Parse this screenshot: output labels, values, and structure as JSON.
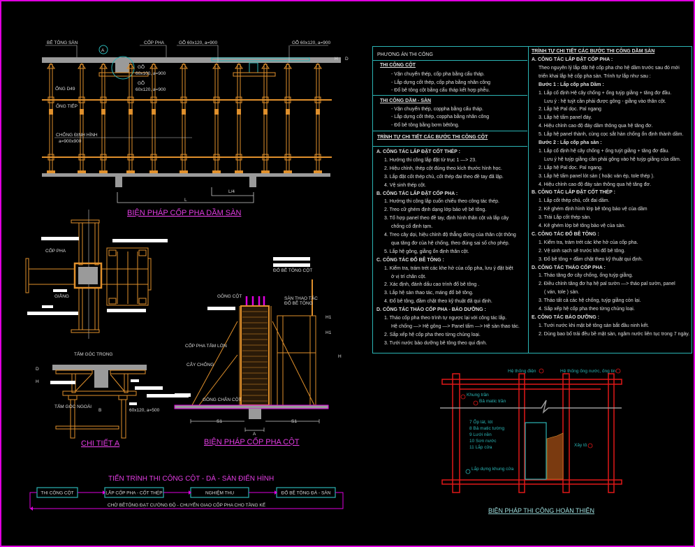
{
  "beam_slab": {
    "title": "BIỆN PHÁP CỐP PHA DẦM SÀN",
    "labels": {
      "slab_concrete": "BÊ TÔNG SÀN",
      "formwork": "CỐP PHA",
      "timber_top_1": "GỖ 60x120, a=900",
      "timber_top_2": "GỖ 60x120, a=900",
      "timber_a": "GỖ",
      "timber_a_size": "60x100, a=900",
      "timber_b": "GỖ",
      "timber_b_size": "60x120, a=900",
      "pipe": "ỐNG D49",
      "pipe_joint": "ỐNG TIẾP",
      "shore": "CHỐNG ĐỊNH HÌNH",
      "shore_spacing": "a=900x900",
      "detail_marker": "A",
      "dim_h": "H",
      "dim_d": "D",
      "dim_l": "L",
      "dim_l4": "L/4"
    }
  },
  "column_plan": {
    "labels": {
      "formwork": "CỐP PHA",
      "brace": "GIẰNG"
    }
  },
  "detail_a": {
    "title": "CHI TIẾT A",
    "labels": {
      "inner_corner": "TẤM GÓC TRONG",
      "outer_corner": "TẤM GÓC NGOÀI",
      "dim_b": "B",
      "timber": "60x120, a=500",
      "dim_h": "H",
      "dim_d": "D"
    }
  },
  "column_formwork": {
    "title": "BIỆN PHÁP CỐP PHA CỘT",
    "labels": {
      "pour_column": "ĐỔ BÊ TÔNG CỘT",
      "column_clamp": "GÔNG CỘT",
      "platform_1": "SÀN THAO TÁC",
      "platform_2": "ĐỔ BÊ TÔNG",
      "large_panel": "CỐP PHA TẤM LỚN",
      "prop": "CÂY CHỐNG",
      "base_clamp": "GÔNG CHÂN CỘT",
      "s1_left": "S1",
      "s1_right": "S1",
      "dim_a": "A",
      "dim_h": "H",
      "dim_h1a": "H1",
      "dim_h1b": "H1"
    }
  },
  "process_flow": {
    "title": "TIẾN TRÌNH  THI CÔNG CỘT - DÀ - SÀN ĐIỂN HÌNH",
    "steps": [
      "THI CÔNG CỘT",
      "LẮP CỐP PHA - CỐT THÉP",
      "NGHIỆM THU",
      "ĐỔ BÊ TÔNG ĐÀ - SÀN"
    ],
    "return_label": "CHỜ BÊTÔNG ĐẠT CƯỜNG ĐỘ - CHUYỂN GIAO CỐP PHA CHO TẦNG KẾ"
  },
  "finishing": {
    "title": "BIỆN PHÁP THI CÔNG HOÀN THIỆN",
    "labels": {
      "electrical": "Hệ thống điện",
      "plumbing": "Hệ thống ống nước, ống tin",
      "ceiling_frame": "Khung trần",
      "ceiling_putty": "Bả matic trần",
      "door_frame": "Lắp dựng khung cửa",
      "masonry": "Xây tô"
    },
    "steps": [
      "7   Ốp lát, lót",
      "8   Bả matic tường",
      "9   Lưới nền",
      "10  Sơn nước",
      "11  Lắp cửa"
    ]
  },
  "notes_left": {
    "header": "PHƯƠNG ÁN THI CÔNG",
    "column_title": "THI CÔNG CỘT",
    "column_items": [
      "- Vận chuyển thép, cốp pha bằng cẩu tháp.",
      "- Lắp dựng cốt thép, cốp pha bằng nhân công",
      "- Đổ bê tông cột bằng cẩu tháp kết hợp phễu."
    ],
    "beam_title": "THI CÔNG DẦM - SÀN",
    "beam_items": [
      "- Vận chuyển thép, coppha bằng cẩu tháp.",
      "- Lắp dựng cốt thép, coppha bằng nhân công",
      "- Đổ bê tông bằng bơm bêtông."
    ],
    "sequence_title": "TRÌNH TỰ CHI TIẾT CÁC BƯỚC THI CÔNG CỘT",
    "lines": [
      {
        "level": 0,
        "text": "A. CÔNG TÁC  LẮP ĐẶT CỐT THÉP :"
      },
      {
        "level": 1,
        "text": "1. Hướng thi công lắp đặt từ trục 1 —> 23."
      },
      {
        "level": 1,
        "text": "2. Hiệu chỉnh, thép cột đúng theo kích thước hình học."
      },
      {
        "level": 1,
        "text": "3. Lắp đặt cốt thép chủ, cốt thép đai theo đề tay đã lập."
      },
      {
        "level": 1,
        "text": "4. Vệ sinh thép cột."
      },
      {
        "level": 0,
        "text": "B. CÔNG TÁC  LẮP ĐẶT CỐP PHA :"
      },
      {
        "level": 1,
        "text": "1. Hướng thi công lắp cuốn chiếu theo công tác thép."
      },
      {
        "level": 1,
        "text": "2. Treo cữ ghém định dạng lớp bảo vệ bê tông."
      },
      {
        "level": 1,
        "text": "3. Tổ hợp panel theo đề tay, định hình thân cột và lắp cây"
      },
      {
        "level": 2,
        "text": "chống cố định tạm."
      },
      {
        "level": 1,
        "text": "4. Treo cây dọi, hiệu chỉnh độ thẳng đứng của thân cột thông"
      },
      {
        "level": 2,
        "text": "qua tăng đơ của hệ chống, theo đúng sai số cho phép."
      },
      {
        "level": 1,
        "text": "5. Lắp hệ gông, giằng ổn định thân cột."
      },
      {
        "level": 0,
        "text": "C. CÔNG TÁC  ĐỔ BÊ TÔNG :"
      },
      {
        "level": 1,
        "text": "1. Kiểm tra, trám trét các khe hở của cốp pha, lưu ý đặt biệt"
      },
      {
        "level": 2,
        "text": "ở vị trí chân cột."
      },
      {
        "level": 1,
        "text": "2. Xác định, đánh dấu cao trình đổ bê tông ."
      },
      {
        "level": 1,
        "text": "3. Lắp hệ sàn thao tác, máng đổ bê tông."
      },
      {
        "level": 1,
        "text": "4. Đổ bê tông, đầm chặt theo kỹ thuật đã qui định."
      },
      {
        "level": 0,
        "text": "D. CÔNG TÁC THÁO CỐP PHA  - BẢO DƯỠNG :"
      },
      {
        "level": 1,
        "text": "1. Tháo cốp pha theo trình tự ngược lại với công tác lắp."
      },
      {
        "level": 2,
        "text": "Hệ chống —> Hệ gông —> Panel tấm —> Hệ sàn thao tác."
      },
      {
        "level": 1,
        "text": "2. Sắp xếp hệ cốp pha theo từng chủng loại."
      },
      {
        "level": 1,
        "text": "3. Tưới nước bảo dưỡng bê tông theo qui định."
      }
    ]
  },
  "notes_right": {
    "title": "TRÌNH TỰ CHI TIẾT CÁC BƯỚC THI CÔNG DẦM SÀN",
    "lines": [
      {
        "level": 0,
        "text": "A. CÔNG TÁC  LẮP ĐẶT CỐP PHA :"
      },
      {
        "level": 1,
        "text": "Theo nguyên lý lắp đặt hệ cốp pha cho hệ dầm trước sau đó mới"
      },
      {
        "level": 1,
        "text": "triển khai lắp hệ cốp pha sàn. Trình tự lắp như sau :"
      },
      {
        "level": 3,
        "text": "Bước 1 :  Lắp cốp pha Dầm :"
      },
      {
        "level": 1,
        "text": "1. Lắp cố định Hệ cây chống + ống tuýp giằng + tăng đơ đầu."
      },
      {
        "level": 2,
        "text": "Lưu ý : hệ tuýt cần phải được gông - giằng vào thân cột."
      },
      {
        "level": 1,
        "text": "2. Lắp hệ Pal dọc. Pal ngang"
      },
      {
        "level": 1,
        "text": "3. Lắp hệ tấm panel đáy."
      },
      {
        "level": 1,
        "text": "4. Hiệu chỉnh cao độ đáy dầm thông qua hệ tăng đơ."
      },
      {
        "level": 1,
        "text": "5. Lắp hệ panel thành, cùng cọc sắt hàn chống ổn định thành dầm."
      },
      {
        "level": 3,
        "text": "Bước 2 :  Lắp cốp pha sàn :"
      },
      {
        "level": 1,
        "text": "1. Lắp cố định hệ cây chống + ống tuýt giằng + tăng đơ đầu."
      },
      {
        "level": 2,
        "text": "Lưu ý hệ tuýp giằng cần phải gông vào hệ tuýp giằng của dầm."
      },
      {
        "level": 1,
        "text": "2. Lắp hệ Pal dọc. Pal ngang."
      },
      {
        "level": 1,
        "text": "3. Lắp hệ tấm panel lót sàn ( hoặc ván ép, tole thép )."
      },
      {
        "level": 1,
        "text": "4. Hiệu chỉnh cao độ đáy sàn thông qua hệ tăng đơ."
      },
      {
        "level": 0,
        "text": "B. CÔNG TÁC  LẮP ĐẶT CỐT THÉP :"
      },
      {
        "level": 1,
        "text": "1. Lắp cốt thép chủ, cốt đai dầm."
      },
      {
        "level": 1,
        "text": "2. Kê ghém định hình lớp bê tông bảo vệ của dầm"
      },
      {
        "level": 1,
        "text": "3. Trải Lắp cốt thép sàn."
      },
      {
        "level": 1,
        "text": "4. Kê ghém lớp bê tông bảo vệ của sàn."
      },
      {
        "level": 0,
        "text": "C. CÔNG TÁC  ĐỔ BÊ TÔNG :"
      },
      {
        "level": 1,
        "text": "1. Kiểm tra, trám trét các khe hở của cốp pha."
      },
      {
        "level": 1,
        "text": "2. Vệ sinh sạch sẽ trước khi đổ bê tông."
      },
      {
        "level": 1,
        "text": "3. Đổ bê tông + đầm chặt theo kỹ thuật qui định."
      },
      {
        "level": 0,
        "text": "D. CÔNG TÁC THÁO CỐP PHA :"
      },
      {
        "level": 1,
        "text": "1. Tháo tăng đơ cây chống, ống tuýp giằng."
      },
      {
        "level": 1,
        "text": "2. Điều chỉnh tăng đơ hạ hệ pal sườn —> tháo pal sườn, panel"
      },
      {
        "level": 2,
        "text": "( ván, tole ) sàn."
      },
      {
        "level": 1,
        "text": "3. Tháo tất cả các hệ chống, tuýp giằng  còn lại."
      },
      {
        "level": 1,
        "text": "4. Sắp xếp hệ cốp pha theo từng chủng loại."
      },
      {
        "level": 0,
        "text": "E. CÔNG TÁC BẢO DƯỠNG :"
      },
      {
        "level": 1,
        "text": "1. Tưới nước khi mặt bê tông sàn bắt đầu ninh kết."
      },
      {
        "level": 1,
        "text": "2. Dùng bao bố trải đều bề mặt sàn, ngâm nước liên tục trong 7 ngày."
      }
    ]
  },
  "colors": {
    "background": "#000000",
    "frame": "#e000e0",
    "orange": "#e0902c",
    "cyan": "#2bb5b5",
    "red": "#e01818",
    "concrete": "#9a9a9a"
  }
}
